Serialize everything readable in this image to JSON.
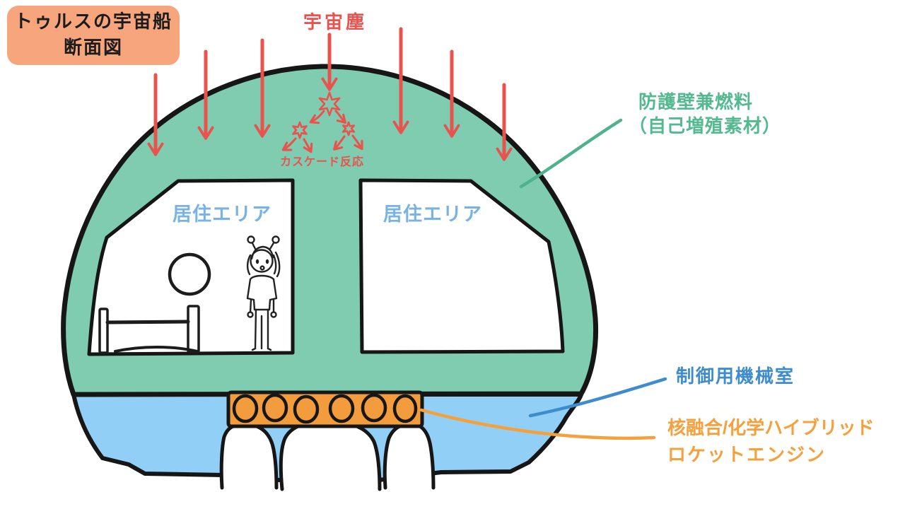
{
  "diagram": {
    "title": {
      "line1": "トゥルスの宇宙船",
      "line2": "断面図"
    },
    "cosmic_dust_label": "宇宙塵",
    "cascade_label": "カスケード反応",
    "living_area_left_label": "居住エリア",
    "living_area_right_label": "居住エリア",
    "hull_label": {
      "line1": "防護壁兼燃料",
      "line2": "（自己増殖素材）"
    },
    "control_room_label": "制御用機械室",
    "engine_label": {
      "line1": "核融合/化学ハイブリッド",
      "line2": "ロケットエンジン"
    },
    "colors": {
      "hull_green": "#80CCB1",
      "lower_hull_blue": "#92CFF6",
      "engine_orange": "#F39C3D",
      "title_bg": "#F7A57D",
      "arrow_red": "#E8534E",
      "living_label_blue": "#79B3E3",
      "control_label_blue": "#3E8CCB",
      "hull_label_green": "#54B890",
      "engine_label_orange": "#F5A03C",
      "outline_black": "#161616"
    }
  }
}
